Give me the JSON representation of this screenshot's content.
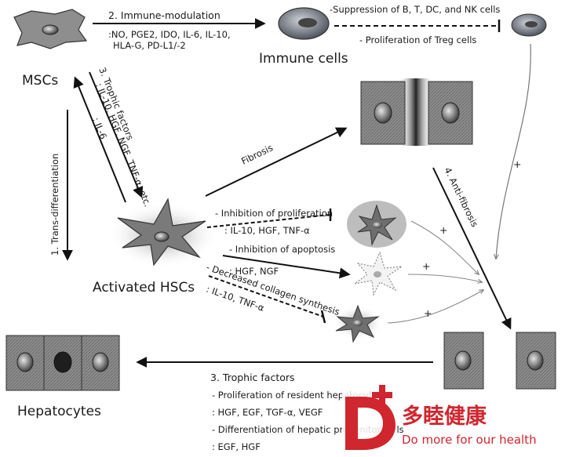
{
  "nodes": {
    "mscs": "MSCs",
    "immune_cells": "Immune cells",
    "activated_hscs": "Activated HSCs",
    "hepatocytes": "Hepatocytes"
  },
  "immune_modulation": {
    "title": "2. Immune-modulation",
    "factors_line1": ":NO, PGE2, IDO, IL-6, IL-10,",
    "factors_line2": "HLA-G, PD-L1/-2",
    "suppression": "-Suppression of B, T, DC, and NK cells",
    "treg": "- Proliferation of Treg cells"
  },
  "trophic_up": {
    "title": "3. Trophic factors",
    "factors_line1": ": IL-10, HGF, NGF, TNF-α, etc.",
    "il6": ": IL-6"
  },
  "trans_differentiation": "1. Trans-differentiation",
  "fibrosis": "Fibrosis",
  "anti_fibrosis": "4. Anti-fibrosis",
  "effects": {
    "prolif_title": "- Inhibition of proliferation",
    "prolif_factors": ": IL-10, HGF, TNF-α",
    "apop_title": "- Inhibition of apoptosis",
    "apop_factors": ": HGF, NGF",
    "collagen_title": "- Decreased collagen synthesis",
    "collagen_factors": ": IL-10, TNF-α",
    "plus": "+"
  },
  "trophic_bottom": {
    "title": "3. Trophic factors",
    "line1": "- Proliferation of resident hepatocytes",
    "line2": ": HGF, EGF, TGF-α, VEGF",
    "line3": "- Differentiation of hepatic progenitor cells",
    "line4": ": EGF, HGF"
  },
  "watermark": {
    "chinese": "多睦健康",
    "slogan": "Do more for our health"
  }
}
